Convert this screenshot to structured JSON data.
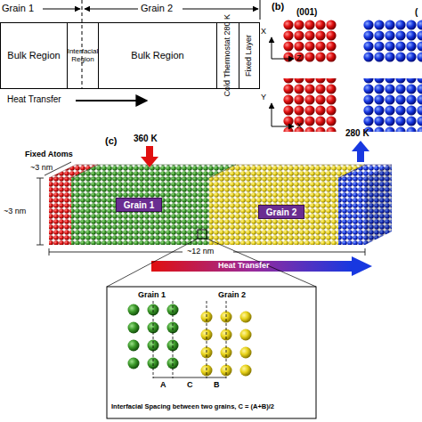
{
  "diagram": {
    "nodes": [
      {
        "text": [
          "Bulk Region"
        ]
      },
      {
        "text": [
          "Interfacial Region"
        ]
      },
      {
        "text": [
          "Bulk Region"
        ]
      },
      {
        "text": [
          "Cold Thermostat 280 K"
        ]
      },
      {
        "text": [
          "Fixed Layer"
        ]
      },
      {
        "text": [
          "Grain 1"
        ]
      },
      {
        "text": [
          "Grain 2"
        ]
      }
    ],
    "labels": [
      "Grain 1",
      "Grain 2",
      "Heat Transfer",
      "(b)",
      "(001)",
      "(",
      "X",
      "Z",
      "Y",
      "X",
      "(c)",
      "360 K",
      "280 K",
      "Fixed Atoms",
      "~3 nm",
      "~3 nm",
      "~12 nm",
      "Heat Transfer",
      "Grain 1",
      "Grain 2",
      "A",
      "C",
      "B",
      "Interfacial Spacing between two grains, C = (A+B)/2"
    ]
  }
}
